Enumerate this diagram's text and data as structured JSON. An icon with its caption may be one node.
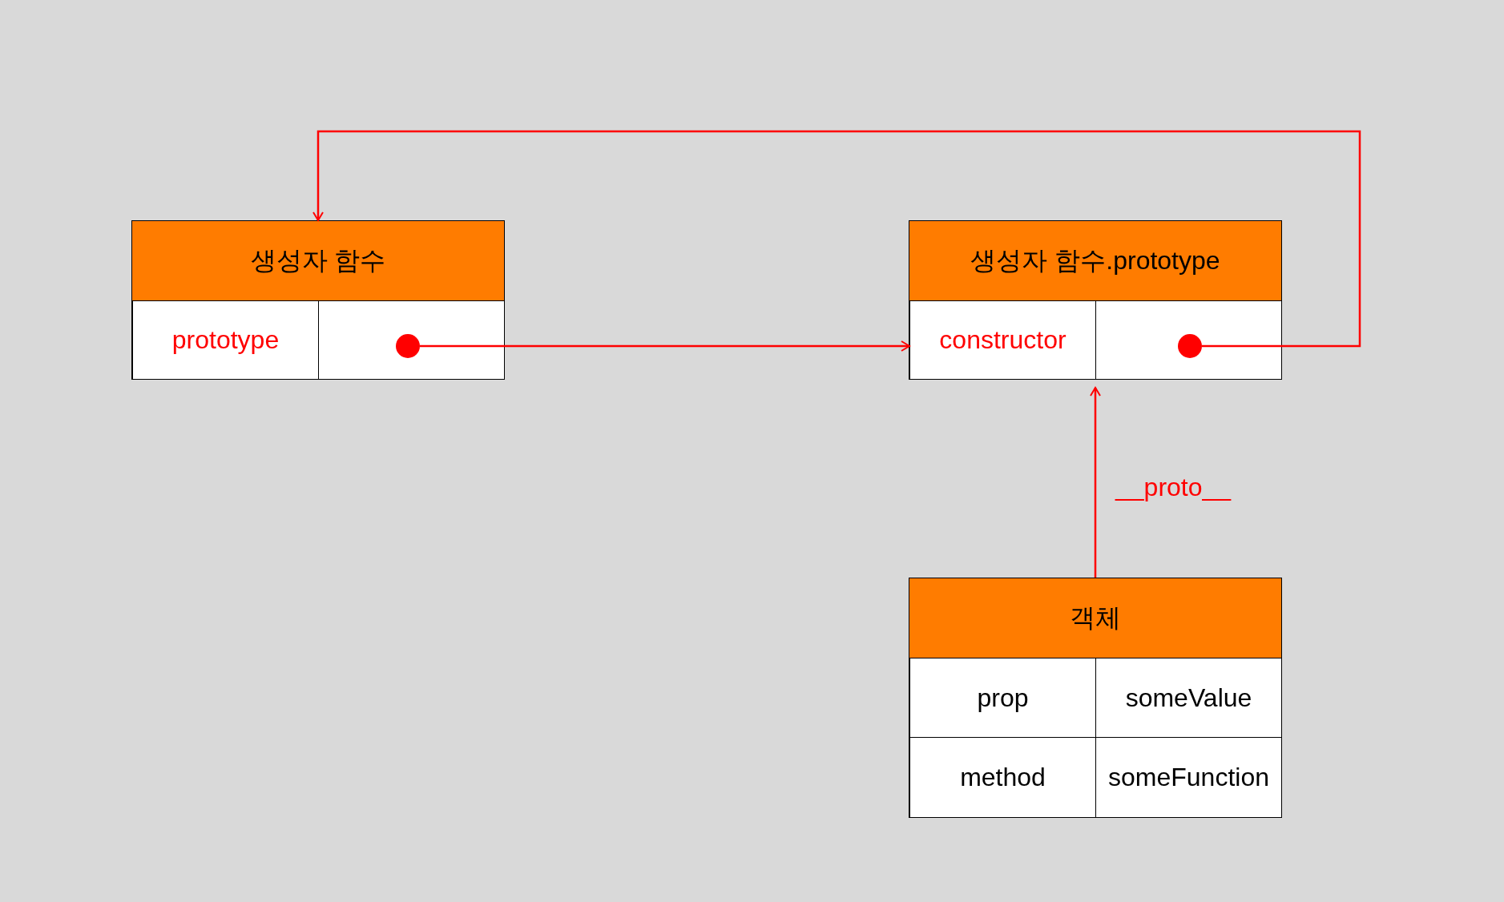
{
  "diagram": {
    "nodes": [
      {
        "text": [
          "생성자 함수"
        ]
      },
      {
        "text": [
          "prototype"
        ],
        "in": 0
      },
      {
        "text": [],
        "shape": "box",
        "in": 0
      },
      {
        "text": [],
        "shape": "circle",
        "in": 2
      },
      {
        "text": [
          "생성자 함수.prototype"
        ]
      },
      {
        "text": [
          "constructor"
        ],
        "in": 4
      },
      {
        "text": [],
        "shape": "box",
        "in": 4
      },
      {
        "text": [],
        "shape": "circle",
        "in": 6
      },
      {
        "text": [
          "객체"
        ]
      },
      {
        "text": [
          "prop"
        ],
        "in": 8
      },
      {
        "text": [
          "someValue"
        ],
        "in": 8
      },
      {
        "text": [
          "method"
        ],
        "in": 8
      },
      {
        "text": [
          "someFunction"
        ],
        "in": 8
      }
    ],
    "edges": [
      {
        "from": 3,
        "to": 5,
        "arrow": "to"
      },
      {
        "from": 7,
        "to": 0,
        "arrow": "to"
      },
      {
        "from": 8,
        "to": 4,
        "arrow": "to",
        "label": "__proto__"
      }
    ]
  }
}
